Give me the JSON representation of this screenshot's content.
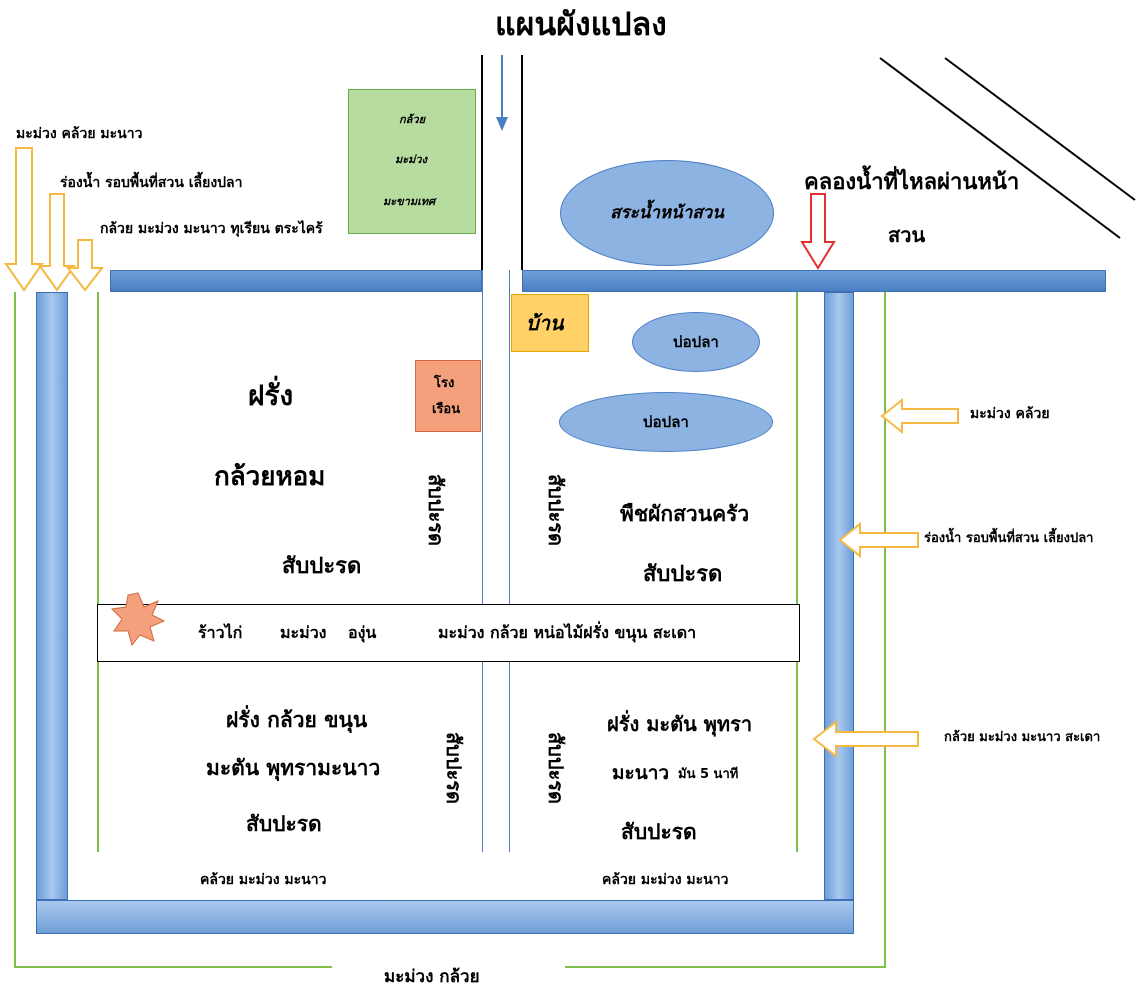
{
  "title": "แผนผังแปลง",
  "top_left_labels": {
    "a": "มะม่วง คล้วย มะนาว",
    "b": "ร่องน้ำ รอบพื้นที่สวน เลี้ยงปลา",
    "c": "กล้วย มะม่วง มะนาว ทุเรียน ตระไคร้"
  },
  "green_box": [
    "กล้วย",
    "มะม่วง",
    "มะขามเทศ"
  ],
  "pond_top": "สระน้ำหน้าสวน",
  "canal_label": {
    "line1": "คลองน้ำที่ไหลผ่านหน้า",
    "line2": "สวน"
  },
  "house": "บ้าน",
  "shed": {
    "line1": "โรง",
    "line2": "เรือน"
  },
  "fish_ponds": [
    "บ่อปลา",
    "บ่อปลา"
  ],
  "left_top_block": {
    "line1": "ฝรั่ง",
    "line2": "กล้วยหอม",
    "line3": "สับปะรด"
  },
  "right_top_block": {
    "line1": "พืชผักสวนครัว",
    "line2": "สับปะรด"
  },
  "vertical_pineapple": "สับปะรด",
  "middle_row": {
    "a": "ร้าวไก่",
    "b": "มะม่วง",
    "c": "องุ่น",
    "d": "มะม่วง กล้วย หน่อไม้ฝรั่ง ขนุน สะเดา"
  },
  "left_bottom_block": {
    "line1": "ฝรั่ง กล้วย ขนุน",
    "line2": "มะตัน พุทรามะนาว",
    "line3": "สับปะรด"
  },
  "right_bottom_block": {
    "line1": "ฝรั่ง มะตัน พุทรา",
    "line2a": "มะนาว",
    "line2b": "มัน 5 นาที",
    "line3": "สับปะรด"
  },
  "bottom_inner_left": "คล้วย มะม่วง มะนาว",
  "bottom_inner_right": "คล้วย มะม่วง มะนาว",
  "bottom_outer": "มะม่วง กล้วย",
  "right_labels": {
    "a": "มะม่วง คล้วย",
    "b": "ร่องน้ำ รอบพื้นที่สวน เลี้ยงปลา",
    "c": "กล้วย มะม่วง มะนาว สะเดา"
  },
  "colors": {
    "canal": "#4a7fc4",
    "pond": "#8db3e2",
    "green_line": "#7fbf4a",
    "arrow_orange": "#f5b942",
    "arrow_red": "#e03030",
    "house": "#ffd166",
    "shed": "#f4a07c",
    "green_box": "#b6dca0",
    "star": "#f4a07c"
  }
}
